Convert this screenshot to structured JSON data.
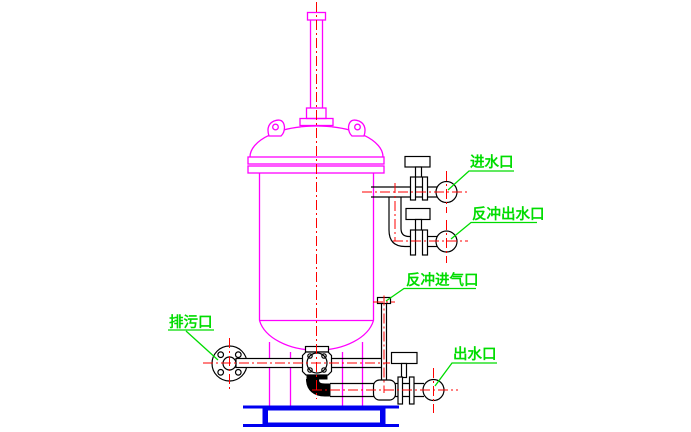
{
  "colors": {
    "background": "#FFFFFF",
    "vessel": "#FF00FF",
    "piping": "#000000",
    "centerline": "#FF0000",
    "base": "#0000F0",
    "label": "#00DC00"
  },
  "labels": {
    "inlet": "进水口",
    "backwash_outlet": "反冲出水口",
    "backwash_air_inlet": "反冲进气口",
    "drain_outlet": "排污口",
    "water_outlet": "出水口"
  }
}
